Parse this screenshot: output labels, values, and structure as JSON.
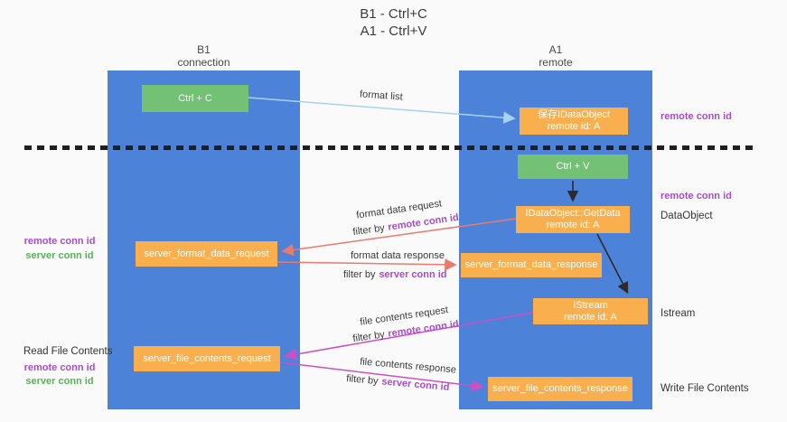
{
  "title": {
    "line1": "B1 - Ctrl+C",
    "line2": "A1 - Ctrl+V"
  },
  "lanes": {
    "left": {
      "name": "B1",
      "subtitle": "connection"
    },
    "right": {
      "name": "A1",
      "subtitle": "remote"
    }
  },
  "nodes": {
    "ctrl_c": {
      "label": "Ctrl + C"
    },
    "save_idataobject": {
      "line1": "保存IDataObject",
      "line2": "remote id: A"
    },
    "ctrl_v": {
      "label": "Ctrl + V"
    },
    "getdata": {
      "line1": "IDataObject::GetData",
      "line2": "remote id: A"
    },
    "format_request": {
      "label": "server_format_data_request"
    },
    "format_response": {
      "label": "server_format_data_response"
    },
    "istream": {
      "line1": "IStream",
      "line2": "remote id: A"
    },
    "file_request": {
      "label": "server_file_contents_request"
    },
    "file_response": {
      "label": "server_file_contents_response"
    }
  },
  "edge_labels": {
    "format_list": "format list",
    "format_data_request": "format data request",
    "format_data_response": "format data response",
    "file_contents_request": "file contents request",
    "file_contents_response": "file contents response",
    "filter_by": "filter by",
    "remote_conn_id": "remote conn id",
    "server_conn_id": "server conn id"
  },
  "side_labels": {
    "remote_conn_id": "remote conn id",
    "server_conn_id": "server conn id",
    "dataobject": "DataObject",
    "istream": "Istream",
    "read_file_contents": "Read File Contents",
    "write_file_contents": "Write File Contents"
  },
  "colors": {
    "lane_blue": "#4d82d9",
    "node_orange": "#f9af4d",
    "node_green": "#72c174",
    "arrow_light_blue": "#a6d3f2",
    "arrow_salmon": "#e87a6e",
    "arrow_magenta": "#cb4fc5",
    "arrow_black": "#2b2b2b",
    "label_purple": "#a64dc9",
    "label_green": "#56b356"
  }
}
